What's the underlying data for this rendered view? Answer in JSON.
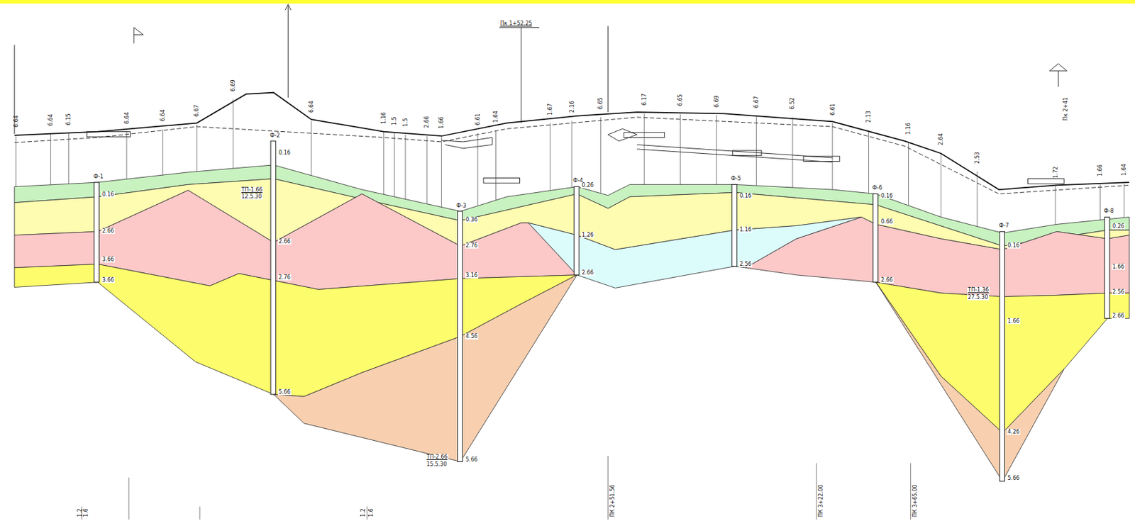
{
  "diagram": {
    "labels": [
      "6.64",
      "6.64",
      "6.15",
      "6.64",
      "6.64",
      "6.67",
      "6.69",
      "6.64",
      "1.16",
      "1.5",
      "1.5",
      "2.66",
      "1.66",
      "6.61",
      "1.64",
      "1.67",
      "2.16",
      "6.65",
      "6.17",
      "6.65",
      "6.69",
      "6.67",
      "6.52",
      "6.61",
      "2.13",
      "1.16",
      "2.64",
      "2.53",
      "1.72",
      "1.66",
      "1.64",
      "Ф-1",
      "Ф-2",
      "Ф-3",
      "Ф-4",
      "Ф-5",
      "Ф-6",
      "Ф-7",
      "Ф-8",
      "0.16",
      "2.66",
      "3.66",
      "3.66",
      "0.16",
      "2.66",
      "2.76",
      "5.66",
      "0.36",
      "2.76",
      "3.16",
      "4.56",
      "5.66",
      "0.26",
      "1.26",
      "2.66",
      "0.16",
      "1.16",
      "2.56",
      "0.16",
      "0.66",
      "2.66",
      "0.16",
      "1.66",
      "4.26",
      "5.66",
      "0.26",
      "1.66",
      "2.56",
      "2.66",
      "ТП-1.66",
      "12.5.30",
      "ТП-2.66",
      "15.5.30",
      "ТП-1.36",
      "27.5.30",
      "Пк 1+52.25",
      "Пк 2+41",
      "ПК 2+51.56",
      "ПК 3+22.00",
      "ПК 3+65.00",
      "1.2",
      "1.6",
      "1.2",
      "1.6"
    ]
  }
}
